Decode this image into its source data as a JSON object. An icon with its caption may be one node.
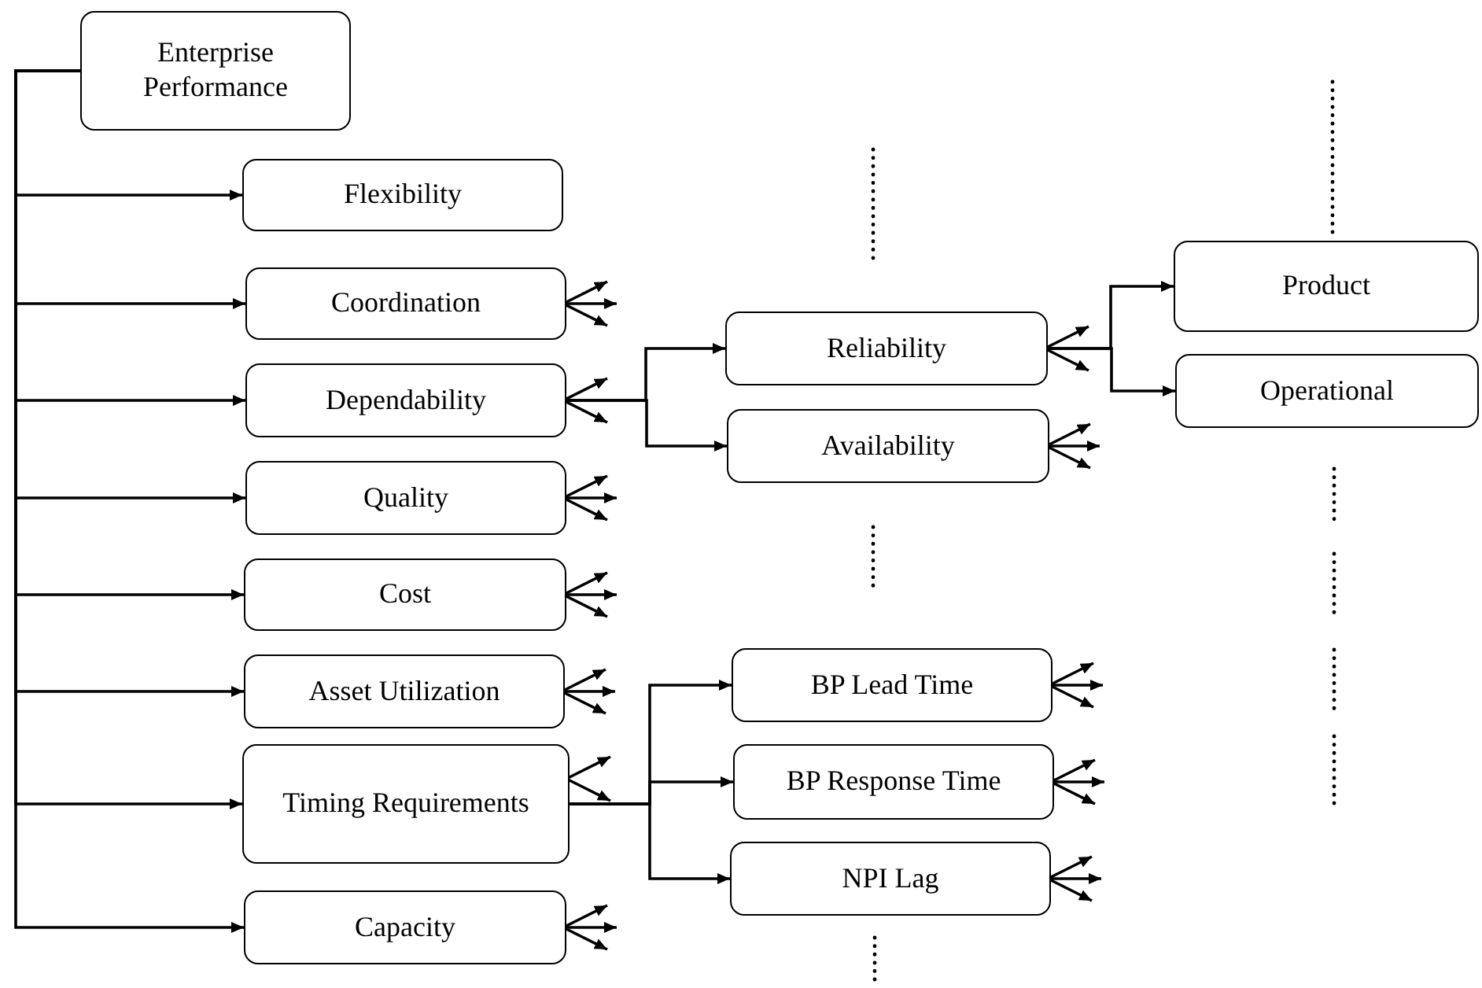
{
  "diagram": {
    "nodes": [
      {
        "text": [
          "Enterprise Performance"
        ]
      },
      {
        "text": [
          "Flexibility"
        ]
      },
      {
        "text": [
          "Coordination"
        ]
      },
      {
        "text": [
          "Dependability"
        ]
      },
      {
        "text": [
          "Quality"
        ]
      },
      {
        "text": [
          "Cost"
        ]
      },
      {
        "text": [
          "Asset Utilization"
        ]
      },
      {
        "text": [
          "Timing Requirements"
        ]
      },
      {
        "text": [
          "Capacity"
        ]
      },
      {
        "text": [
          "Reliability"
        ]
      },
      {
        "text": [
          "Availability"
        ]
      },
      {
        "text": [
          "Product"
        ]
      },
      {
        "text": [
          "Operational"
        ]
      },
      {
        "text": [
          "BP Lead Time"
        ]
      },
      {
        "text": [
          "BP Response Time"
        ]
      },
      {
        "text": [
          "NPI Lag"
        ]
      }
    ],
    "edges": [
      {
        "from": 0,
        "to": 1,
        "arrow": "to"
      },
      {
        "from": 0,
        "to": 2,
        "arrow": "to"
      },
      {
        "from": 0,
        "to": 3,
        "arrow": "to"
      },
      {
        "from": 0,
        "to": 4,
        "arrow": "to"
      },
      {
        "from": 0,
        "to": 5,
        "arrow": "to"
      },
      {
        "from": 0,
        "to": 6,
        "arrow": "to"
      },
      {
        "from": 0,
        "to": 7,
        "arrow": "to"
      },
      {
        "from": 0,
        "to": 8,
        "arrow": "to"
      },
      {
        "from": 3,
        "to": 9,
        "arrow": "to"
      },
      {
        "from": 3,
        "to": 10,
        "arrow": "to"
      },
      {
        "from": 9,
        "to": 11,
        "arrow": "to"
      },
      {
        "from": 9,
        "to": 12,
        "arrow": "to"
      },
      {
        "from": 7,
        "to": 13,
        "arrow": "to"
      },
      {
        "from": 7,
        "to": 14,
        "arrow": "to"
      },
      {
        "from": 7,
        "to": 15,
        "arrow": "to"
      },
      {
        "from": 2,
        "to": null,
        "arrow": "to"
      },
      {
        "from": 2,
        "to": null,
        "arrow": "to"
      },
      {
        "from": 2,
        "to": null,
        "arrow": "to"
      },
      {
        "from": 3,
        "to": null,
        "arrow": "to"
      },
      {
        "from": 3,
        "to": null,
        "arrow": "to"
      },
      {
        "from": 4,
        "to": null,
        "arrow": "to"
      },
      {
        "from": 4,
        "to": null,
        "arrow": "to"
      },
      {
        "from": 4,
        "to": null,
        "arrow": "to"
      },
      {
        "from": 5,
        "to": null,
        "arrow": "to"
      },
      {
        "from": 5,
        "to": null,
        "arrow": "to"
      },
      {
        "from": 5,
        "to": null,
        "arrow": "to"
      },
      {
        "from": 6,
        "to": null,
        "arrow": "to"
      },
      {
        "from": 6,
        "to": null,
        "arrow": "to"
      },
      {
        "from": 6,
        "to": null,
        "arrow": "to"
      },
      {
        "from": 7,
        "to": null,
        "arrow": "to"
      },
      {
        "from": 7,
        "to": null,
        "arrow": "to"
      },
      {
        "from": 8,
        "to": null,
        "arrow": "to"
      },
      {
        "from": 8,
        "to": null,
        "arrow": "to"
      },
      {
        "from": 8,
        "to": null,
        "arrow": "to"
      },
      {
        "from": 9,
        "to": null,
        "arrow": "to"
      },
      {
        "from": 9,
        "to": null,
        "arrow": "to"
      },
      {
        "from": 10,
        "to": null,
        "arrow": "to"
      },
      {
        "from": 10,
        "to": null,
        "arrow": "to"
      },
      {
        "from": 10,
        "to": null,
        "arrow": "to"
      },
      {
        "from": 13,
        "to": null,
        "arrow": "to"
      },
      {
        "from": 13,
        "to": null,
        "arrow": "to"
      },
      {
        "from": 13,
        "to": null,
        "arrow": "to"
      },
      {
        "from": 14,
        "to": null,
        "arrow": "to"
      },
      {
        "from": 14,
        "to": null,
        "arrow": "to"
      },
      {
        "from": 14,
        "to": null,
        "arrow": "to"
      },
      {
        "from": 15,
        "to": null,
        "arrow": "to"
      },
      {
        "from": 15,
        "to": null,
        "arrow": "to"
      },
      {
        "from": 15,
        "to": null,
        "arrow": "to"
      }
    ]
  }
}
